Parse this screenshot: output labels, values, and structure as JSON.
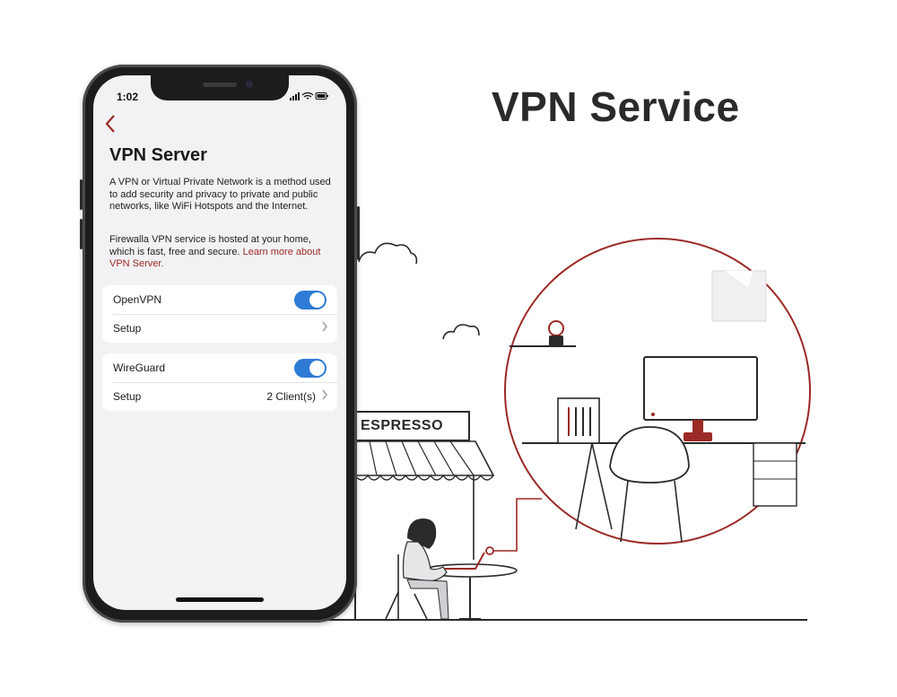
{
  "headline": "VPN Service",
  "colors": {
    "accent": "#9b2a26",
    "toggle_on": "#2e7bd6",
    "line": "#2a2a2a"
  },
  "phone": {
    "status_time": "1:02",
    "status_icons": "signal-icon wifi-icon battery-icon",
    "back_icon": "chevron-left-icon",
    "page_title": "VPN Server",
    "description_1": "A VPN or Virtual Private Network is a method used to add security and privacy to private and public networks, like WiFi Hotspots and the Internet.",
    "description_2_text": "Firewalla VPN service is hosted at your home, which is fast, free and secure. ",
    "description_2_link": "Learn more about VPN Server.",
    "openvpn": {
      "label": "OpenVPN",
      "enabled": true,
      "setup_label": "Setup",
      "setup_value": ""
    },
    "wireguard": {
      "label": "WireGuard",
      "enabled": true,
      "setup_label": "Setup",
      "setup_value": "2 Client(s)"
    }
  },
  "illustration": {
    "shop_sign": "ESPRESSO"
  }
}
